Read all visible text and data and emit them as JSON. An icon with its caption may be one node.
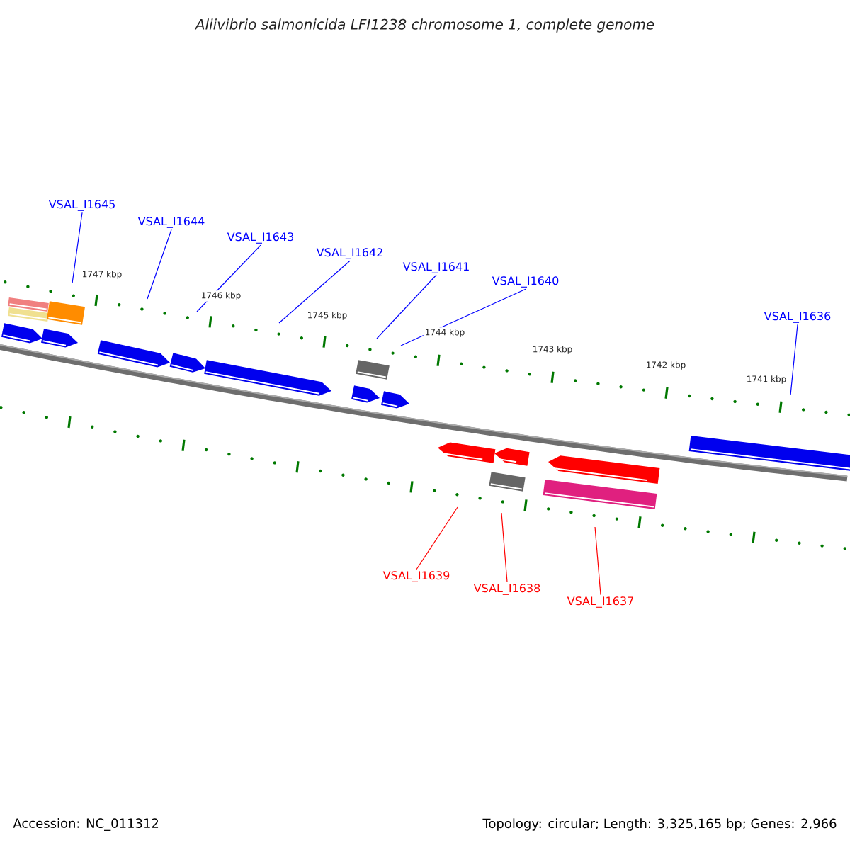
{
  "diagram": {
    "title": "Aliivibrio salmonicida LFI1238 chromosome 1, complete genome",
    "nodes": [
      {
        "text": [
          "VSAL_I1645"
        ]
      },
      {
        "text": [
          "VSAL_I1644"
        ]
      },
      {
        "text": [
          "VSAL_I1643"
        ]
      },
      {
        "text": [
          "VSAL_I1642"
        ]
      },
      {
        "text": [
          "VSAL_I1641"
        ]
      },
      {
        "text": [
          "VSAL_I1640"
        ]
      },
      {
        "text": [
          "VSAL_I1636"
        ]
      },
      {
        "text": [
          "VSAL_I1639"
        ]
      },
      {
        "text": [
          "VSAL_I1638"
        ]
      },
      {
        "text": [
          "VSAL_I1637"
        ]
      }
    ],
    "edges": [
      {
        "from": 0,
        "to": null,
        "arrow": "none"
      },
      {
        "from": 1,
        "to": null,
        "arrow": "none"
      },
      {
        "from": 2,
        "to": null,
        "arrow": "none"
      },
      {
        "from": 3,
        "to": null,
        "arrow": "none"
      },
      {
        "from": 4,
        "to": null,
        "arrow": "none"
      },
      {
        "from": 5,
        "to": null,
        "arrow": "none"
      },
      {
        "from": 6,
        "to": null,
        "arrow": "none"
      },
      {
        "from": 7,
        "to": null,
        "arrow": "none",
        "color": "#ff0000"
      },
      {
        "from": 8,
        "to": null,
        "arrow": "none",
        "color": "#ff0000"
      },
      {
        "from": 9,
        "to": null,
        "arrow": "none",
        "color": "#ff0000"
      }
    ],
    "labels": [
      "1747 kbp",
      "1746 kbp",
      "1745 kbp",
      "1744 kbp",
      "1743 kbp",
      "1742 kbp",
      "1741 kbp",
      "Accession: NC_011312",
      "Topology: circular; Length: 3,325,165 bp; Genes: 2,966"
    ]
  }
}
